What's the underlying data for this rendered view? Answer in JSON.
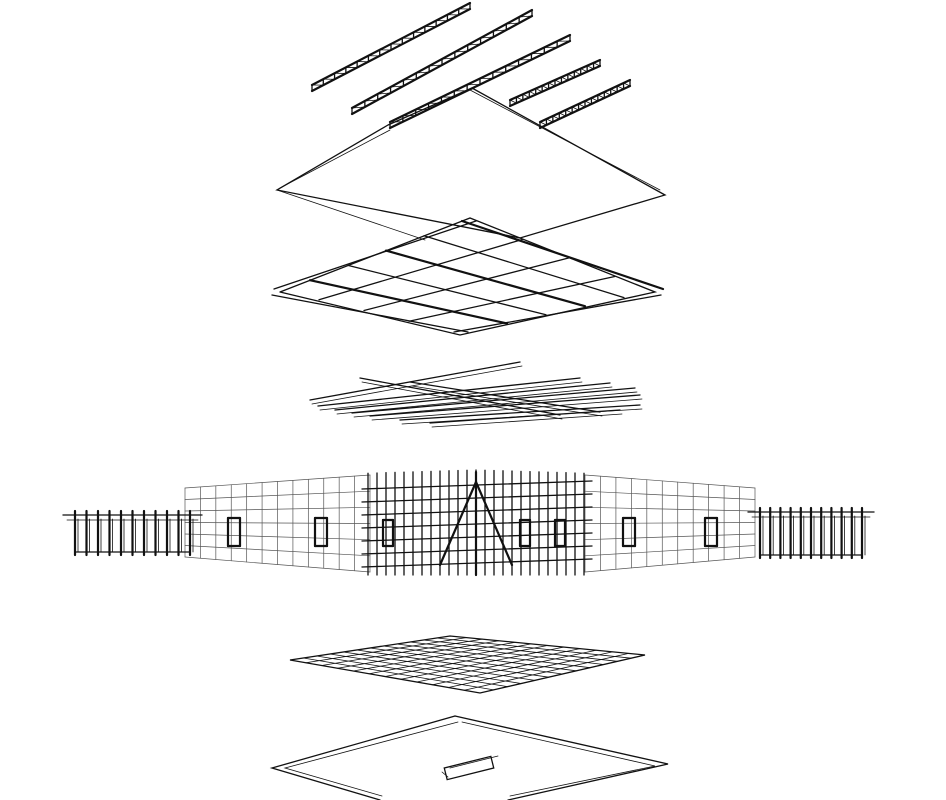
{
  "diagram": {
    "kind": "exploded-axonometric-building",
    "colors": {
      "background": "#ffffff",
      "line": "#111111",
      "secondary_line": "#555555"
    },
    "layers": [
      {
        "id": "roof-trusses"
      },
      {
        "id": "roof-slab"
      },
      {
        "id": "roof-beam-grid"
      },
      {
        "id": "secondary-beams"
      },
      {
        "id": "facade-elevation"
      },
      {
        "id": "floor-grid"
      },
      {
        "id": "ground-slab"
      }
    ]
  }
}
